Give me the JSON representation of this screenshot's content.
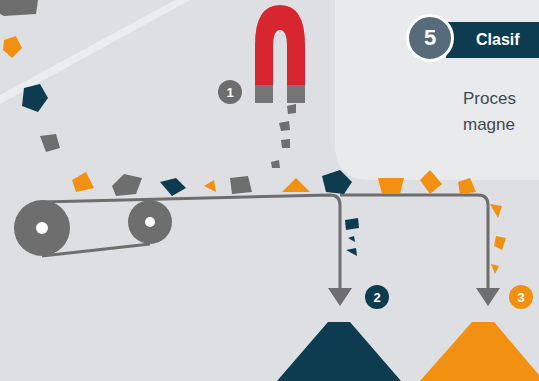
{
  "diagram": {
    "nodes": [
      {
        "text": [
          "5"
        ]
      },
      {
        "text": [
          "Clasif"
        ]
      },
      {
        "text": [
          "1"
        ]
      },
      {
        "text": [
          "2"
        ]
      },
      {
        "text": [
          "3"
        ]
      }
    ],
    "labels": [
      "Proces magne"
    ]
  }
}
